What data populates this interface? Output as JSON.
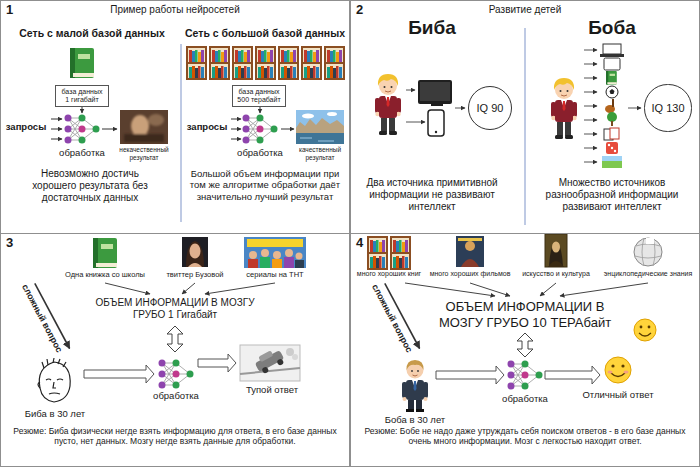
{
  "diagram": {
    "nodes": [
      {
        "text": [
          "1",
          "Пример работы нейросетей"
        ]
      },
      {
        "text": [
          "база данных 1 гигабайт"
        ],
        "in": 0
      },
      {
        "text": [
          "база данных 500 терабайт"
        ],
        "in": 0
      },
      {
        "text": [
          "2",
          "Развитие детей"
        ]
      },
      {
        "text": [
          "IQ 90"
        ],
        "in": 3
      },
      {
        "text": [
          "IQ 130"
        ],
        "in": 3
      },
      {
        "text": [
          "3"
        ]
      },
      {
        "text": [
          "4"
        ]
      }
    ],
    "labels": [
      "Сеть с малой базой данных",
      "Сеть с большой базой данных",
      "запросы",
      "обработка",
      "некачественный результат",
      "запросы",
      "обработка",
      "качественный результат",
      "Невозможно достичь хорошего результата без достаточных данных",
      "Большой объем информации при том же алгоритме обработки даёт значительно лучший результат",
      "Биба",
      "Боба",
      "Два источника примитивной информации не развивают интеллект",
      "Множество источников разнообразной информации развивают интеллект",
      "Одна книжка со школы",
      "твиттер Бузовой",
      "сериалы на ТНТ",
      "ОБЪЕМ ИНФОРМАЦИИ В МОЗГУ ГРУБО 1 Гигабайт",
      "сложный вопрос",
      "Биба в 30 лет",
      "обработка",
      "Тупой ответ",
      "Резюме: Биба физически негде взять информацию для ответа, в его базе данных пусто, нет данных. Мозгу негде взять данные для обработки.",
      "много хороших книг",
      "много хороших фильмов",
      "искусство и культура",
      "энциклопедические знания",
      "ОБЪЕМ ИНФОРМАЦИИ В МОЗГУ ГРУБО 10 ТЕРАбайт",
      "сложный вопрос",
      "Боба в 30 лет",
      "обработка",
      "Отличный ответ",
      "Резюме: Бобе не надо даже утруждать себя поиском ответов - в его базе данных очень много информации. Мозг с легкостью находит ответ."
    ]
  }
}
